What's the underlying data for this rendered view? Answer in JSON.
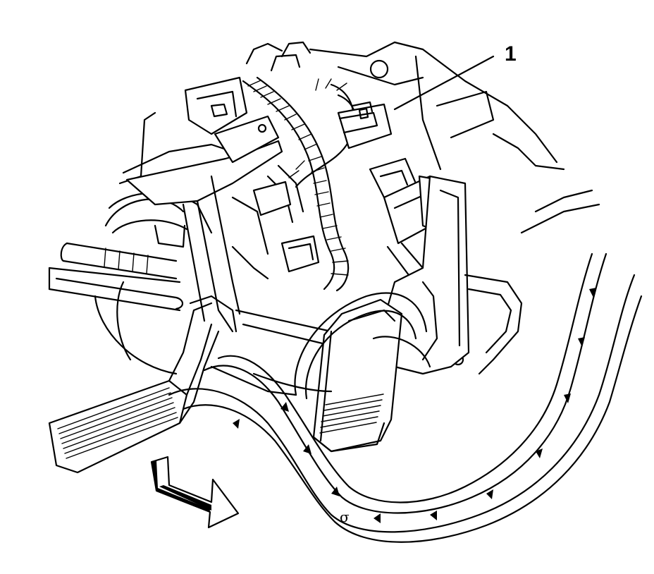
{
  "callouts": [
    {
      "label": "1",
      "target": "electrical-connector"
    }
  ],
  "marks": {
    "floor_symbol": "σ"
  },
  "icons": {
    "direction_arrow": "arrow-forward-icon"
  },
  "colors": {
    "line": "#000000",
    "background": "#ffffff"
  }
}
